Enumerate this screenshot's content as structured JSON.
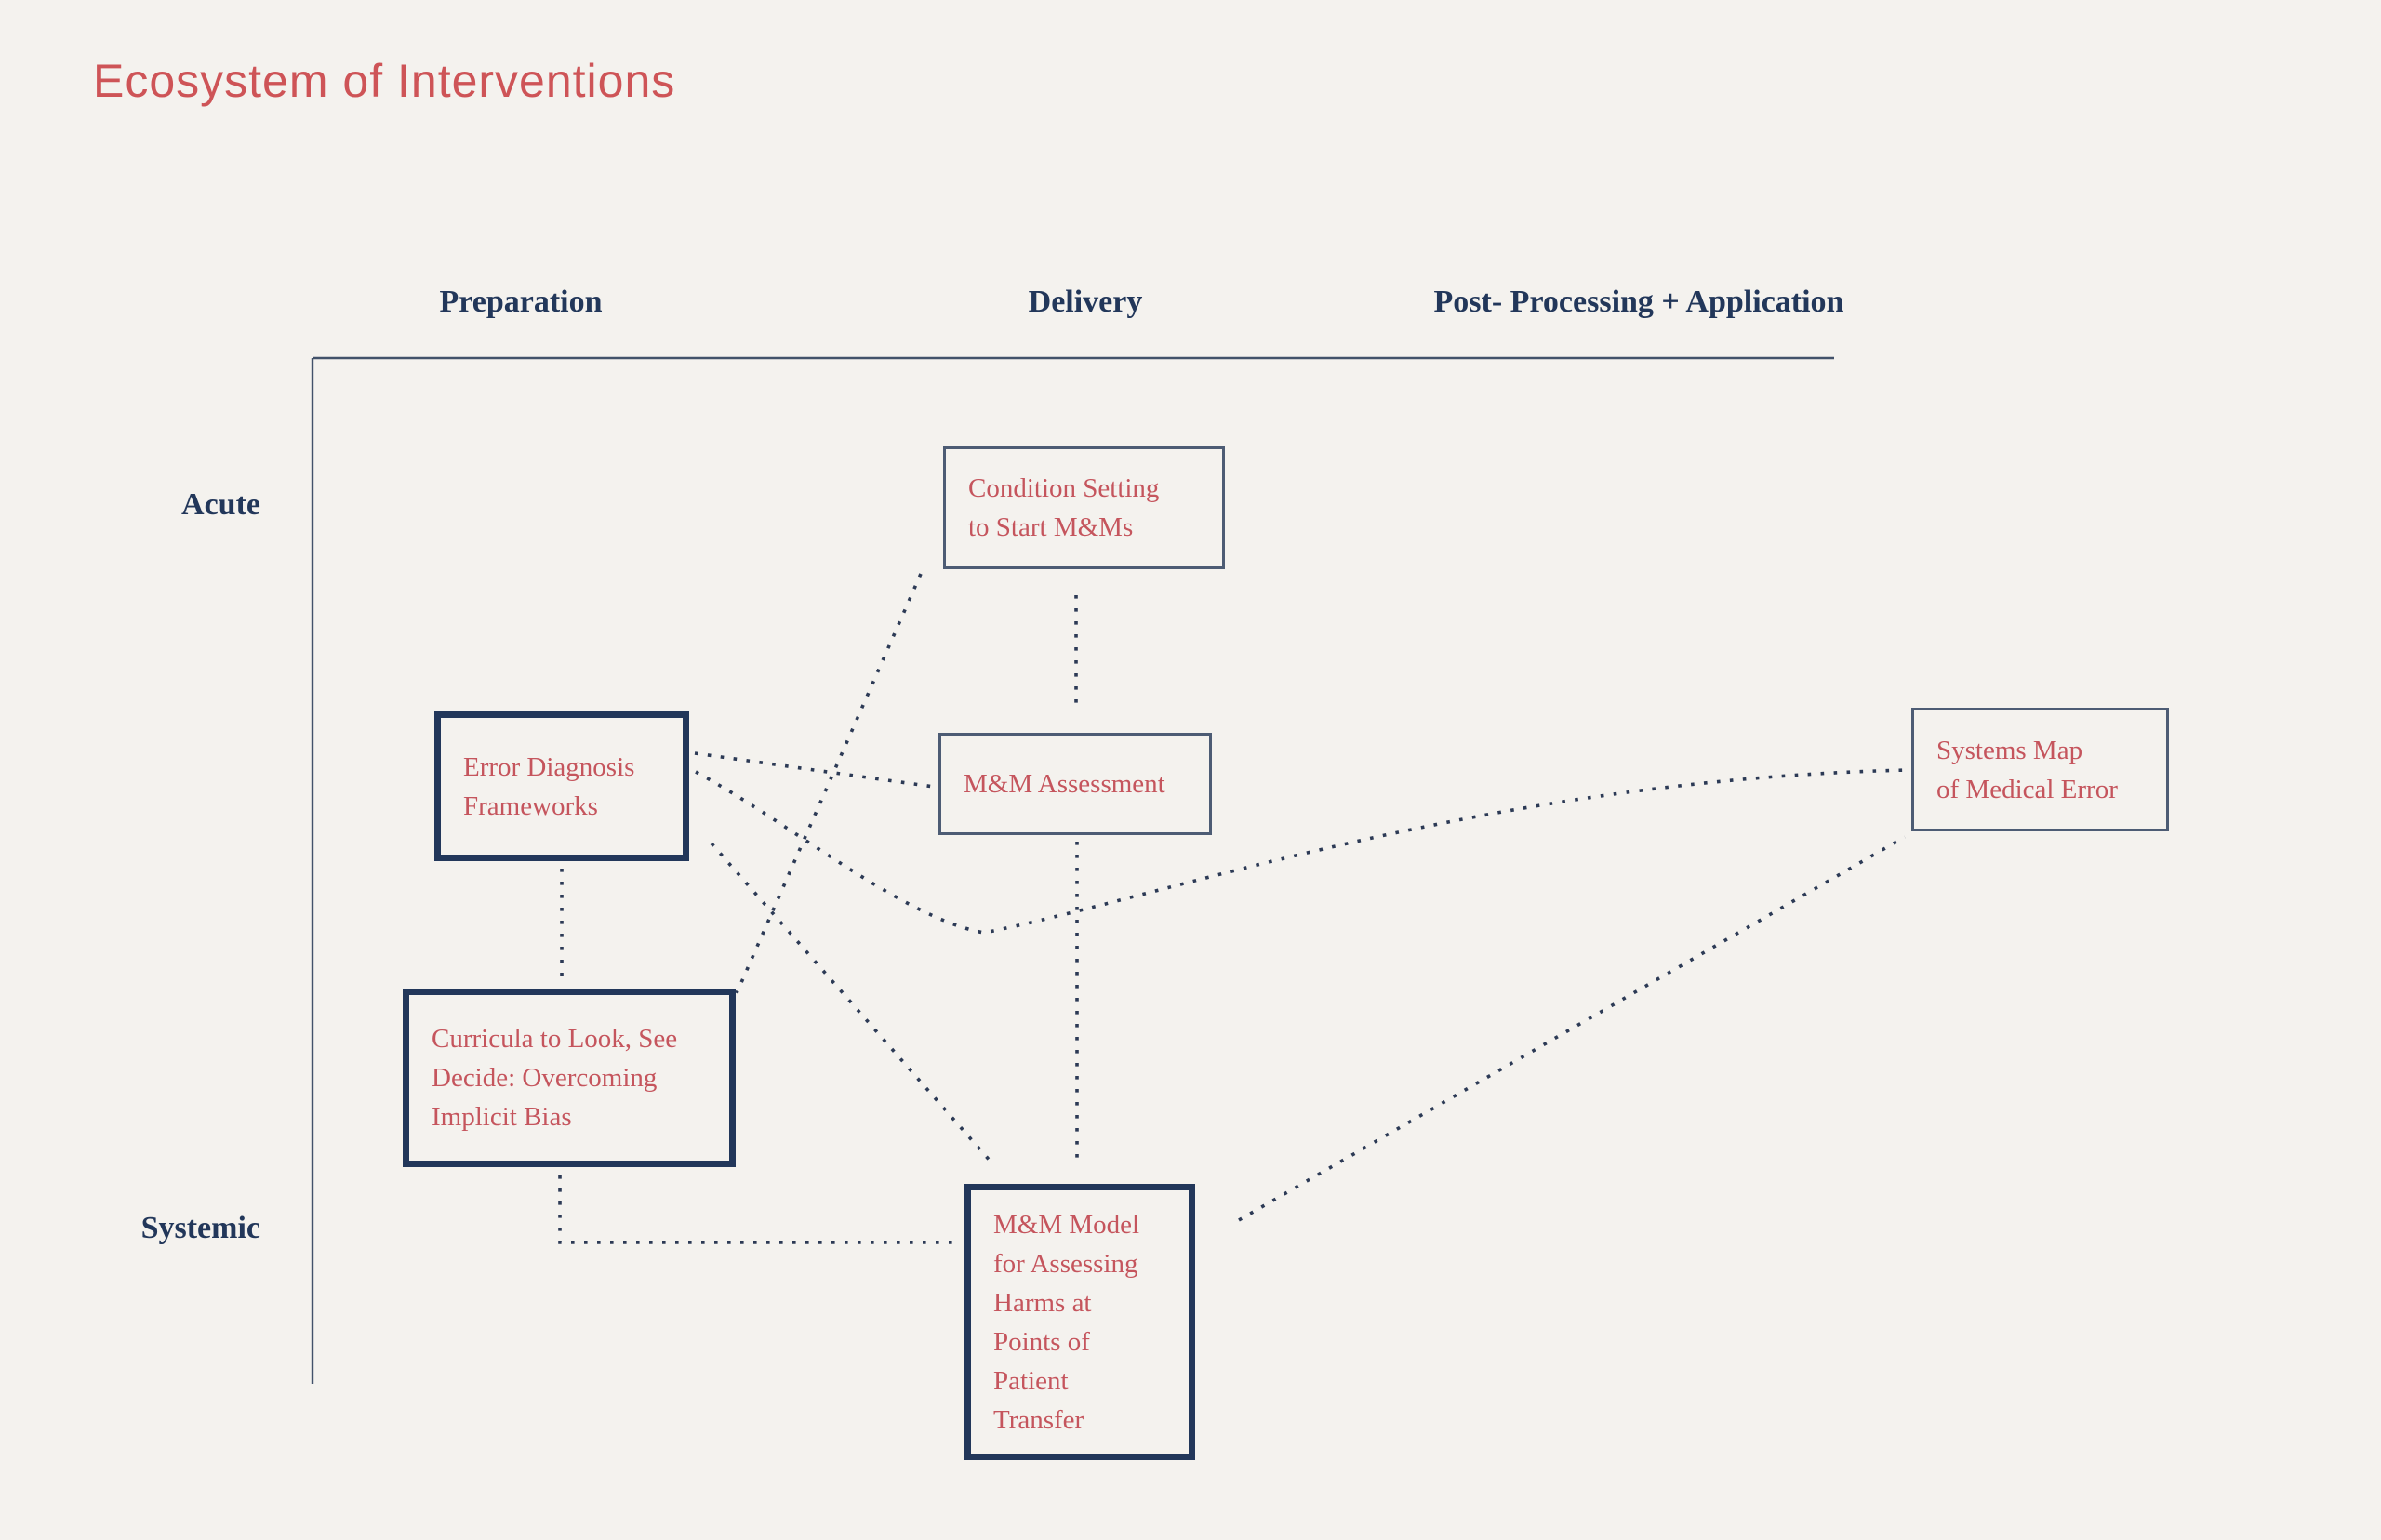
{
  "title": "Ecosystem of Interventions",
  "columns": [
    "Preparation",
    "Delivery",
    "Post- Processing + Application"
  ],
  "rows": [
    "Acute",
    "Systemic"
  ],
  "boxes": [
    {
      "id": "condition-setting",
      "emphasis": false,
      "lines": [
        "Condition Setting",
        "to Start M&Ms"
      ]
    },
    {
      "id": "error-diagnosis",
      "emphasis": true,
      "lines": [
        "Error Diagnosis",
        "Frameworks"
      ]
    },
    {
      "id": "mm-assessment",
      "emphasis": false,
      "lines": [
        "M&M Assessment"
      ]
    },
    {
      "id": "systems-map",
      "emphasis": false,
      "lines": [
        "Systems Map",
        "of Medical Error"
      ]
    },
    {
      "id": "curricula",
      "emphasis": true,
      "lines": [
        "Curricula to Look, See",
        "Decide: Overcoming",
        "Implicit Bias"
      ]
    },
    {
      "id": "mm-model",
      "emphasis": true,
      "lines": [
        "M&M Model",
        "for Assessing",
        "Harms at",
        "Points of",
        "Patient",
        "Transfer"
      ]
    }
  ],
  "connections": [
    {
      "from": "error-diagnosis",
      "to": "mm-assessment",
      "style": "dotted"
    },
    {
      "from": "error-diagnosis",
      "to": "systems-map",
      "style": "dotted-curved"
    },
    {
      "from": "condition-setting",
      "to": "mm-assessment",
      "style": "dotted"
    },
    {
      "from": "condition-setting",
      "to": "curricula",
      "style": "dotted"
    },
    {
      "from": "mm-assessment",
      "to": "mm-model",
      "style": "dotted"
    },
    {
      "from": "error-diagnosis",
      "to": "curricula",
      "style": "dotted"
    },
    {
      "from": "error-diagnosis",
      "to": "mm-model",
      "style": "dotted"
    },
    {
      "from": "curricula",
      "to": "mm-model",
      "style": "dotted-elbow"
    },
    {
      "from": "mm-model",
      "to": "systems-map",
      "style": "dotted"
    }
  ],
  "colors": {
    "background": "#f4f2ee",
    "title_coral": "#ce5457",
    "box_text_coral": "#c5555d",
    "navy": "#22375a",
    "thin_border": "#4d5c74",
    "dotted_line": "#2c3a55",
    "axis_line": "#42526a"
  }
}
